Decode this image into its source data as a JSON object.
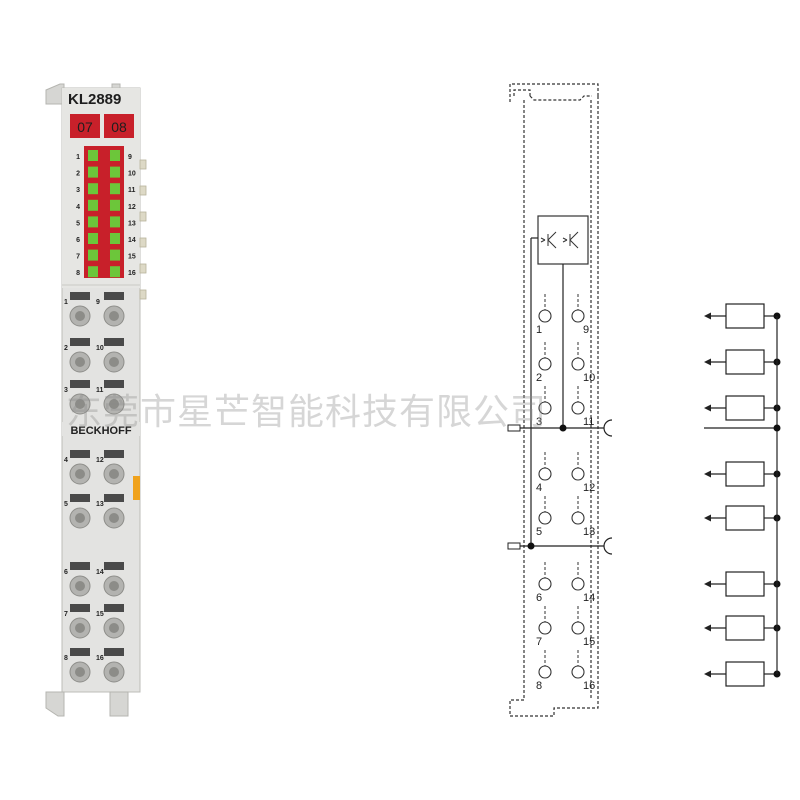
{
  "module": {
    "model": "KL2889",
    "brand": "BECKHOFF",
    "status_labels": [
      "07",
      "08"
    ],
    "led_left_numbers": [
      "1",
      "2",
      "3",
      "4",
      "5",
      "6",
      "7",
      "8"
    ],
    "led_right_numbers": [
      "9",
      "10",
      "11",
      "12",
      "13",
      "14",
      "15",
      "16"
    ],
    "terminal_left_numbers": [
      "1",
      "2",
      "3",
      "4",
      "5",
      "6",
      "7",
      "8"
    ],
    "terminal_right_numbers": [
      "9",
      "10",
      "11",
      "12",
      "13",
      "14",
      "15",
      "16"
    ],
    "colors": {
      "body": "#e3e3e1",
      "red": "#c8202a",
      "led_green": "#6cc63a",
      "accent_orange": "#f0a21c"
    }
  },
  "schematic": {
    "left_numbers": [
      "1",
      "2",
      "3",
      "4",
      "5",
      "6",
      "7",
      "8"
    ],
    "right_numbers": [
      "9",
      "10",
      "11",
      "12",
      "13",
      "14",
      "15",
      "16"
    ],
    "output_count": 8
  },
  "watermark": {
    "text": "东莞市星芒智能科技有限公司"
  }
}
